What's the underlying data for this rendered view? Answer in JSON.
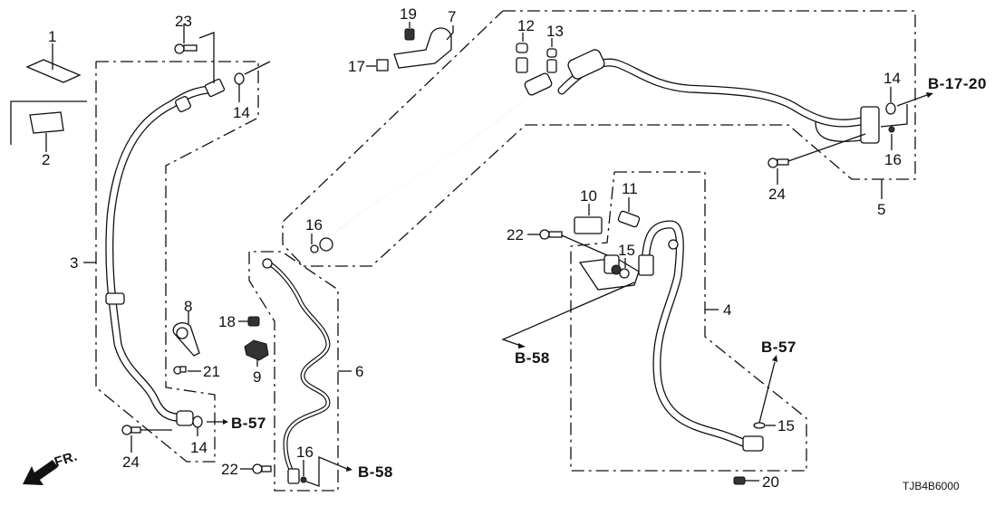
{
  "diagram": {
    "code": "TJB4B6000",
    "direction_marker": "FR.",
    "part_labels": [
      {
        "id": "p1",
        "text": "1"
      },
      {
        "id": "p2",
        "text": "2"
      },
      {
        "id": "p3",
        "text": "3"
      },
      {
        "id": "p4",
        "text": "4"
      },
      {
        "id": "p5",
        "text": "5"
      },
      {
        "id": "p6",
        "text": "6"
      },
      {
        "id": "p7",
        "text": "7"
      },
      {
        "id": "p8",
        "text": "8"
      },
      {
        "id": "p9",
        "text": "9"
      },
      {
        "id": "p10",
        "text": "10"
      },
      {
        "id": "p11",
        "text": "11"
      },
      {
        "id": "p12",
        "text": "12"
      },
      {
        "id": "p13",
        "text": "13"
      },
      {
        "id": "p14a",
        "text": "14"
      },
      {
        "id": "p14b",
        "text": "14"
      },
      {
        "id": "p14c",
        "text": "14"
      },
      {
        "id": "p15a",
        "text": "15"
      },
      {
        "id": "p15b",
        "text": "15"
      },
      {
        "id": "p16a",
        "text": "16"
      },
      {
        "id": "p16b",
        "text": "16"
      },
      {
        "id": "p16c",
        "text": "16"
      },
      {
        "id": "p17",
        "text": "17"
      },
      {
        "id": "p18",
        "text": "18"
      },
      {
        "id": "p19",
        "text": "19"
      },
      {
        "id": "p20",
        "text": "20"
      },
      {
        "id": "p21",
        "text": "21"
      },
      {
        "id": "p22a",
        "text": "22"
      },
      {
        "id": "p22b",
        "text": "22"
      },
      {
        "id": "p23",
        "text": "23"
      },
      {
        "id": "p24a",
        "text": "24"
      },
      {
        "id": "p24b",
        "text": "24"
      }
    ],
    "references": [
      {
        "id": "ref_b1720",
        "text": "B-17-20"
      },
      {
        "id": "ref_b57a",
        "text": "B-57"
      },
      {
        "id": "ref_b57b",
        "text": "B-57"
      },
      {
        "id": "ref_b58a",
        "text": "B-58"
      },
      {
        "id": "ref_b58b",
        "text": "B-58"
      }
    ]
  }
}
